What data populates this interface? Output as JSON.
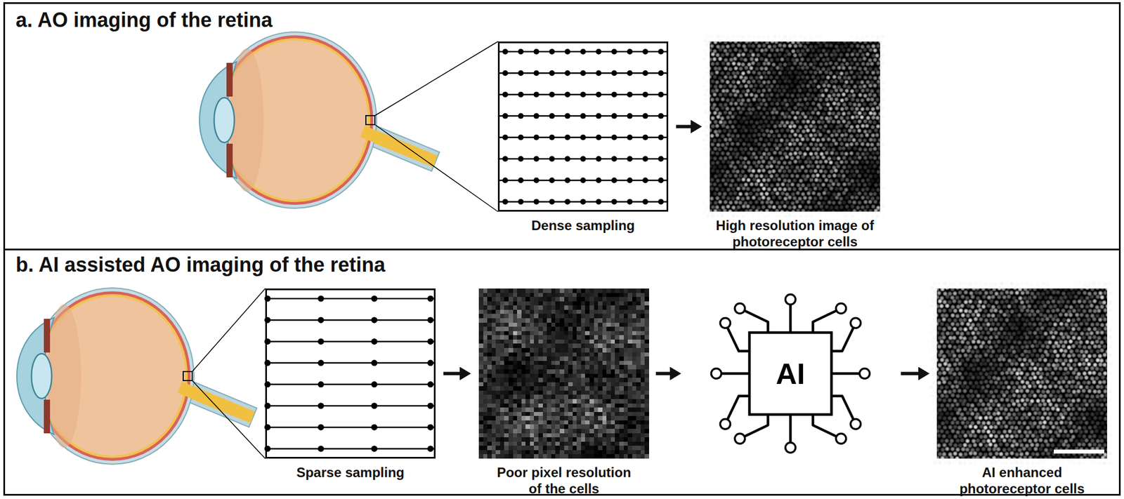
{
  "diagram": {
    "nodes": [
      {
        "text": [
          "a. AO imaging of the retina"
        ]
      },
      {
        "text": [
          "Dense sampling"
        ],
        "in": 0
      },
      {
        "text": [
          "High resolution image of photoreceptor cells"
        ],
        "in": 0
      },
      {
        "text": [
          "b. AI assisted AO imaging of the retina"
        ]
      },
      {
        "text": [
          "Sparse sampling"
        ],
        "in": 3
      },
      {
        "text": [
          "Poor pixel resolution of the cells"
        ],
        "in": 3
      },
      {
        "text": [
          "AI"
        ],
        "in": 3
      },
      {
        "text": [
          "AI enhanced photoreceptor cells"
        ],
        "in": 3
      }
    ],
    "edges": [
      {
        "from": 1,
        "to": 2,
        "arrow": "to"
      },
      {
        "from": 4,
        "to": 5,
        "arrow": "to"
      },
      {
        "from": 5,
        "to": 6,
        "arrow": "to"
      },
      {
        "from": 6,
        "to": 7,
        "arrow": "to"
      }
    ]
  }
}
